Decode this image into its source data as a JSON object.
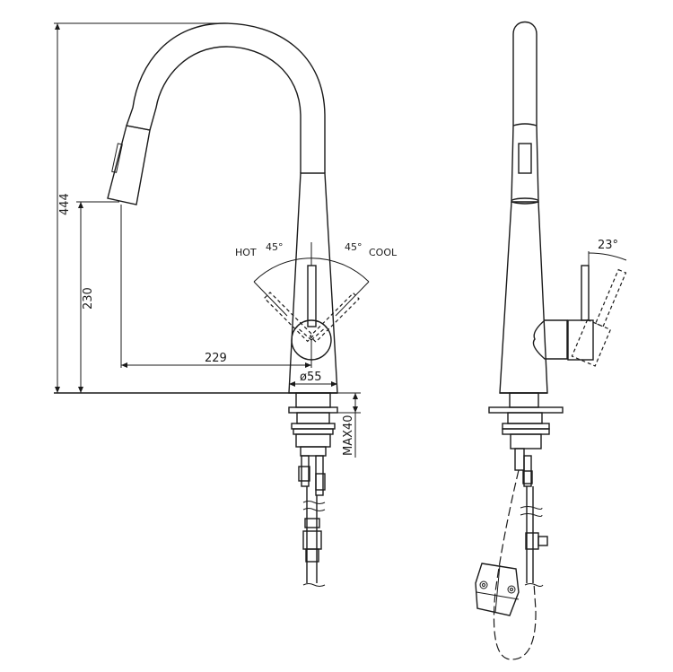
{
  "drawing": {
    "title": "Pull-down kitchen faucet dimension drawing",
    "front_view": {
      "dimensions": {
        "total_height": "444",
        "spout_outlet_height": "230",
        "spout_reach": "229",
        "base_diameter": "ø55",
        "max_deck_thickness": "MAX40"
      },
      "handle_rotation": {
        "hot_label": "HOT",
        "hot_angle": "45°",
        "cool_label": "COOL",
        "cool_angle": "45°"
      }
    },
    "side_view": {
      "handle_tilt_angle": "23°"
    },
    "colors": {
      "line": "#1a1a1a",
      "background": "#ffffff"
    }
  }
}
